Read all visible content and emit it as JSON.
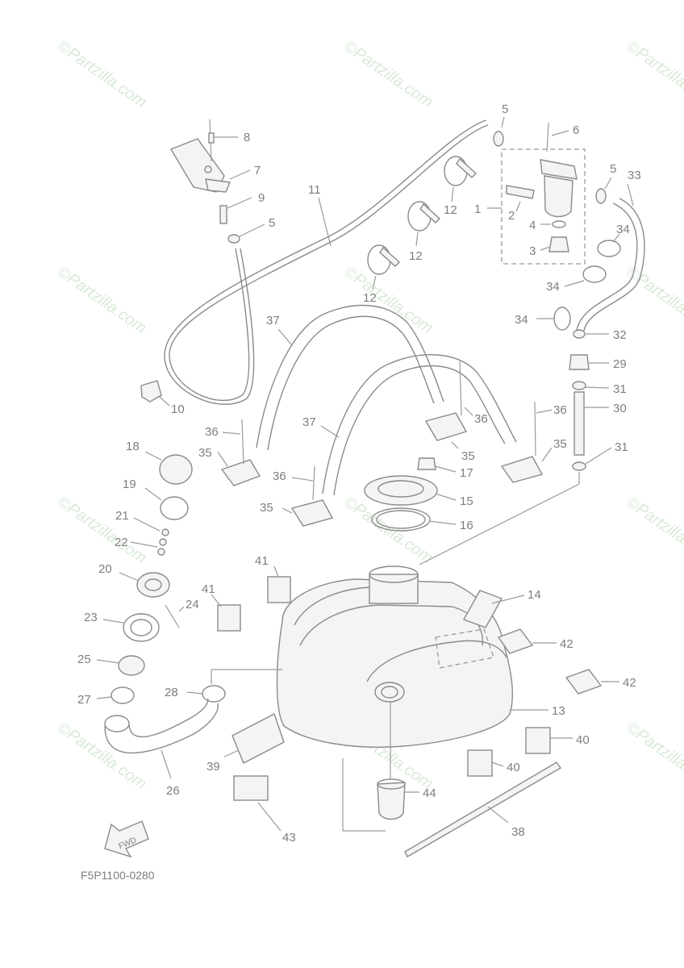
{
  "figure_code": "F5P1100-0280",
  "watermark_text": "©Partzilla.com",
  "fwd_label": "FWD",
  "callouts": {
    "c1": "1",
    "c2": "2",
    "c3": "3",
    "c4": "4",
    "c5a": "5",
    "c5b": "5",
    "c5c": "5",
    "c6": "6",
    "c7": "7",
    "c8": "8",
    "c9": "9",
    "c10": "10",
    "c11": "11",
    "c12a": "12",
    "c12b": "12",
    "c12c": "12",
    "c13": "13",
    "c14": "14",
    "c15": "15",
    "c16": "16",
    "c17": "17",
    "c18": "18",
    "c19": "19",
    "c20": "20",
    "c21": "21",
    "c22": "22",
    "c23": "23",
    "c24": "24",
    "c25": "25",
    "c26": "26",
    "c27": "27",
    "c28": "28",
    "c29": "29",
    "c30": "30",
    "c31a": "31",
    "c31b": "31",
    "c32": "32",
    "c33": "33",
    "c34a": "34",
    "c34b": "34",
    "c34c": "34",
    "c35a": "35",
    "c35b": "35",
    "c35c": "35",
    "c35d": "35",
    "c36a": "36",
    "c36b": "36",
    "c36c": "36",
    "c36d": "36",
    "c37a": "37",
    "c37b": "37",
    "c38": "38",
    "c39": "39",
    "c40a": "40",
    "c40b": "40",
    "c41a": "41",
    "c41b": "41",
    "c42a": "42",
    "c42b": "42",
    "c43": "43",
    "c44": "44"
  },
  "colors": {
    "line": "#9a9a9a",
    "text": "#7e7e7e",
    "watermark": "#d9ead9"
  }
}
